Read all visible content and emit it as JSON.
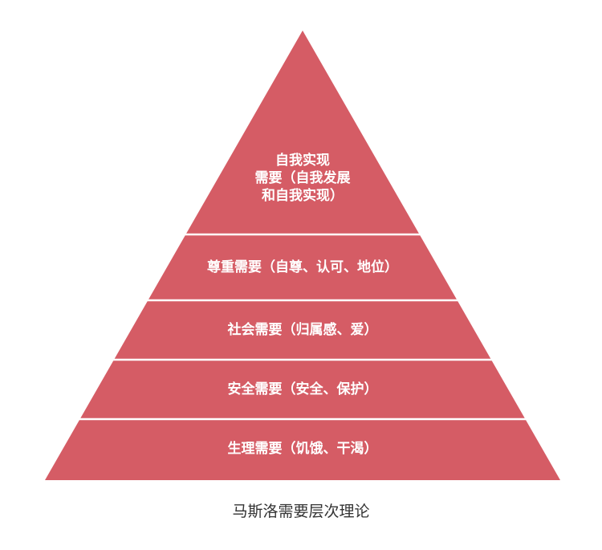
{
  "diagram": {
    "fill_color": "#d55c65",
    "divider_color": "#ffffff",
    "layers": [
      {
        "lines": [
          "自我实现",
          "需要（自我发展",
          "和自我实现）"
        ]
      },
      {
        "lines": [
          "尊重需要（自尊、认可、地位）"
        ]
      },
      {
        "lines": [
          "社会需要（归属感、爱）"
        ]
      },
      {
        "lines": [
          "安全需要（安全、保护）"
        ]
      },
      {
        "lines": [
          "生理需要（饥饿、干渴）"
        ]
      }
    ]
  },
  "caption": "马斯洛需要层次理论"
}
